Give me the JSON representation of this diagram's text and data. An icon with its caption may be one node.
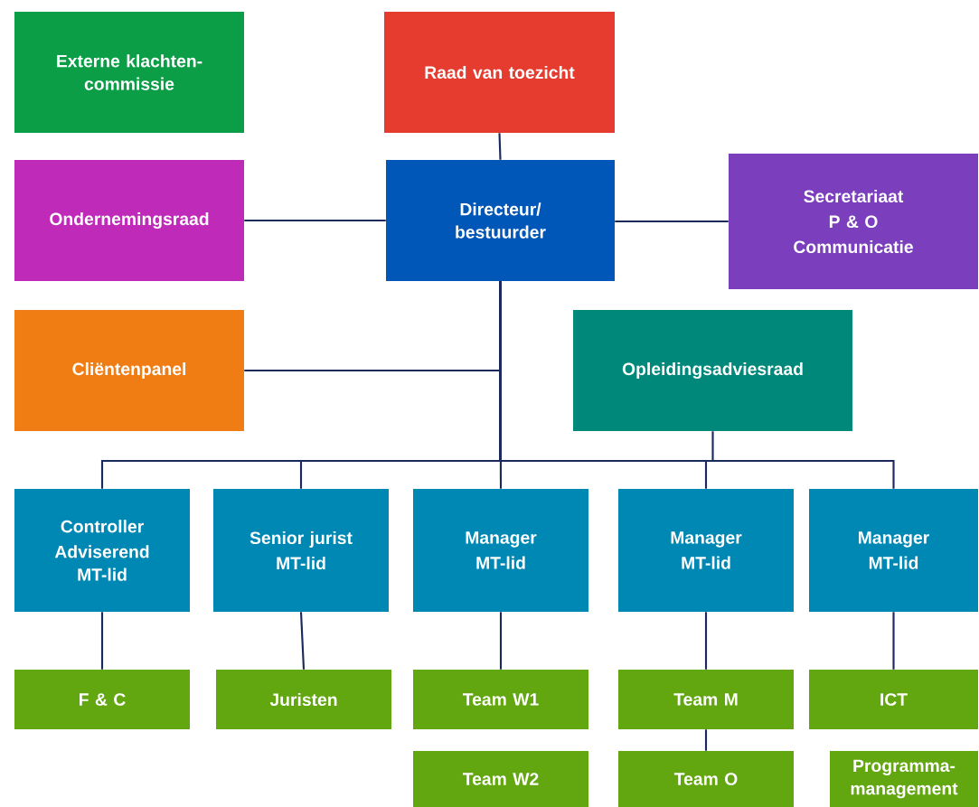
{
  "diagram": {
    "nodes": [
      {
        "text": [
          "Externe klachten-commissie"
        ]
      },
      {
        "text": [
          "Raad van toezicht"
        ]
      },
      {
        "text": [
          "Ondernemingsraad"
        ]
      },
      {
        "text": [
          "Directeur/ bestuurder"
        ]
      },
      {
        "text": [
          "Secretariaat",
          "P & O",
          "Communicatie"
        ]
      },
      {
        "text": [
          "Cliëntenpanel"
        ]
      },
      {
        "text": [
          "Opleidingsadviesraad"
        ]
      },
      {
        "text": [
          "Controller",
          "Adviserend MT-lid"
        ]
      },
      {
        "text": [
          "Senior jurist",
          "MT-lid"
        ]
      },
      {
        "text": [
          "Manager",
          "MT-lid"
        ]
      },
      {
        "text": [
          "Manager",
          "MT-lid"
        ]
      },
      {
        "text": [
          "Manager",
          "MT-lid"
        ]
      },
      {
        "text": [
          "F & C"
        ]
      },
      {
        "text": [
          "Juristen"
        ]
      },
      {
        "text": [
          "Team W1"
        ]
      },
      {
        "text": [
          "Team M"
        ]
      },
      {
        "text": [
          "ICT"
        ]
      },
      {
        "text": [
          "Team W2"
        ]
      },
      {
        "text": [
          "Team O"
        ]
      },
      {
        "text": [
          "Programma-management"
        ]
      }
    ],
    "edges": [
      {
        "from": 1,
        "to": 3,
        "arrow": "none"
      },
      {
        "from": 2,
        "to": 3,
        "arrow": "none"
      },
      {
        "from": 3,
        "to": 4,
        "arrow": "none"
      },
      {
        "from": 3,
        "to": 5,
        "arrow": "none"
      },
      {
        "from": 3,
        "to": 6,
        "arrow": "none"
      },
      {
        "from": 3,
        "to": 7,
        "arrow": "none"
      },
      {
        "from": 3,
        "to": 8,
        "arrow": "none"
      },
      {
        "from": 3,
        "to": 9,
        "arrow": "none"
      },
      {
        "from": 3,
        "to": 10,
        "arrow": "none"
      },
      {
        "from": 3,
        "to": 11,
        "arrow": "none"
      },
      {
        "from": 7,
        "to": 12,
        "arrow": "none"
      },
      {
        "from": 8,
        "to": 13,
        "arrow": "none"
      },
      {
        "from": 9,
        "to": 14,
        "arrow": "none"
      },
      {
        "from": 10,
        "to": 15,
        "arrow": "none"
      },
      {
        "from": 11,
        "to": 16,
        "arrow": "none"
      },
      {
        "from": 15,
        "to": 18,
        "arrow": "none"
      }
    ]
  }
}
